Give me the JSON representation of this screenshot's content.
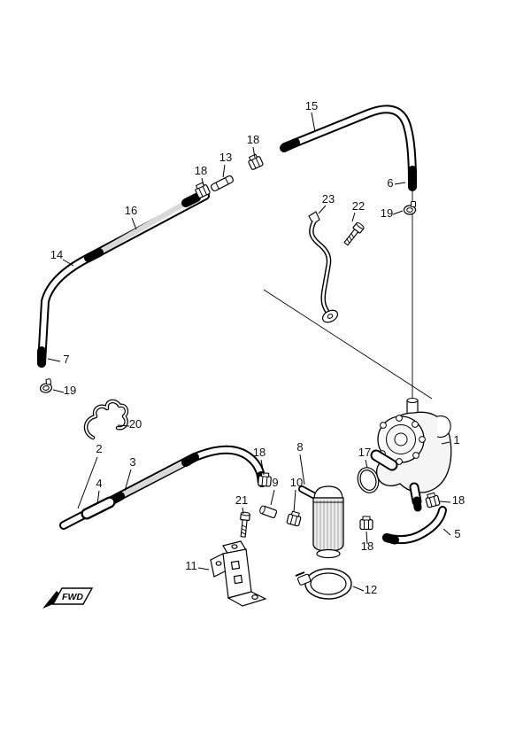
{
  "diagram": {
    "fwd_label": "FWD",
    "callouts": [
      {
        "id": "15",
        "label": "15"
      },
      {
        "id": "18a",
        "label": "18"
      },
      {
        "id": "13",
        "label": "13"
      },
      {
        "id": "18b",
        "label": "18"
      },
      {
        "id": "16",
        "label": "16"
      },
      {
        "id": "6",
        "label": "6"
      },
      {
        "id": "14",
        "label": "14"
      },
      {
        "id": "23",
        "label": "23"
      },
      {
        "id": "22",
        "label": "22"
      },
      {
        "id": "19a",
        "label": "19"
      },
      {
        "id": "7",
        "label": "7"
      },
      {
        "id": "19b",
        "label": "19"
      },
      {
        "id": "20",
        "label": "20"
      },
      {
        "id": "1",
        "label": "1"
      },
      {
        "id": "2",
        "label": "2"
      },
      {
        "id": "3",
        "label": "3"
      },
      {
        "id": "4",
        "label": "4"
      },
      {
        "id": "18c",
        "label": "18"
      },
      {
        "id": "8",
        "label": "8"
      },
      {
        "id": "9",
        "label": "9"
      },
      {
        "id": "10",
        "label": "10"
      },
      {
        "id": "17",
        "label": "17"
      },
      {
        "id": "18e",
        "label": "18"
      },
      {
        "id": "5",
        "label": "5"
      },
      {
        "id": "21",
        "label": "21"
      },
      {
        "id": "18d",
        "label": "18"
      },
      {
        "id": "11",
        "label": "11"
      },
      {
        "id": "12",
        "label": "12"
      }
    ]
  }
}
